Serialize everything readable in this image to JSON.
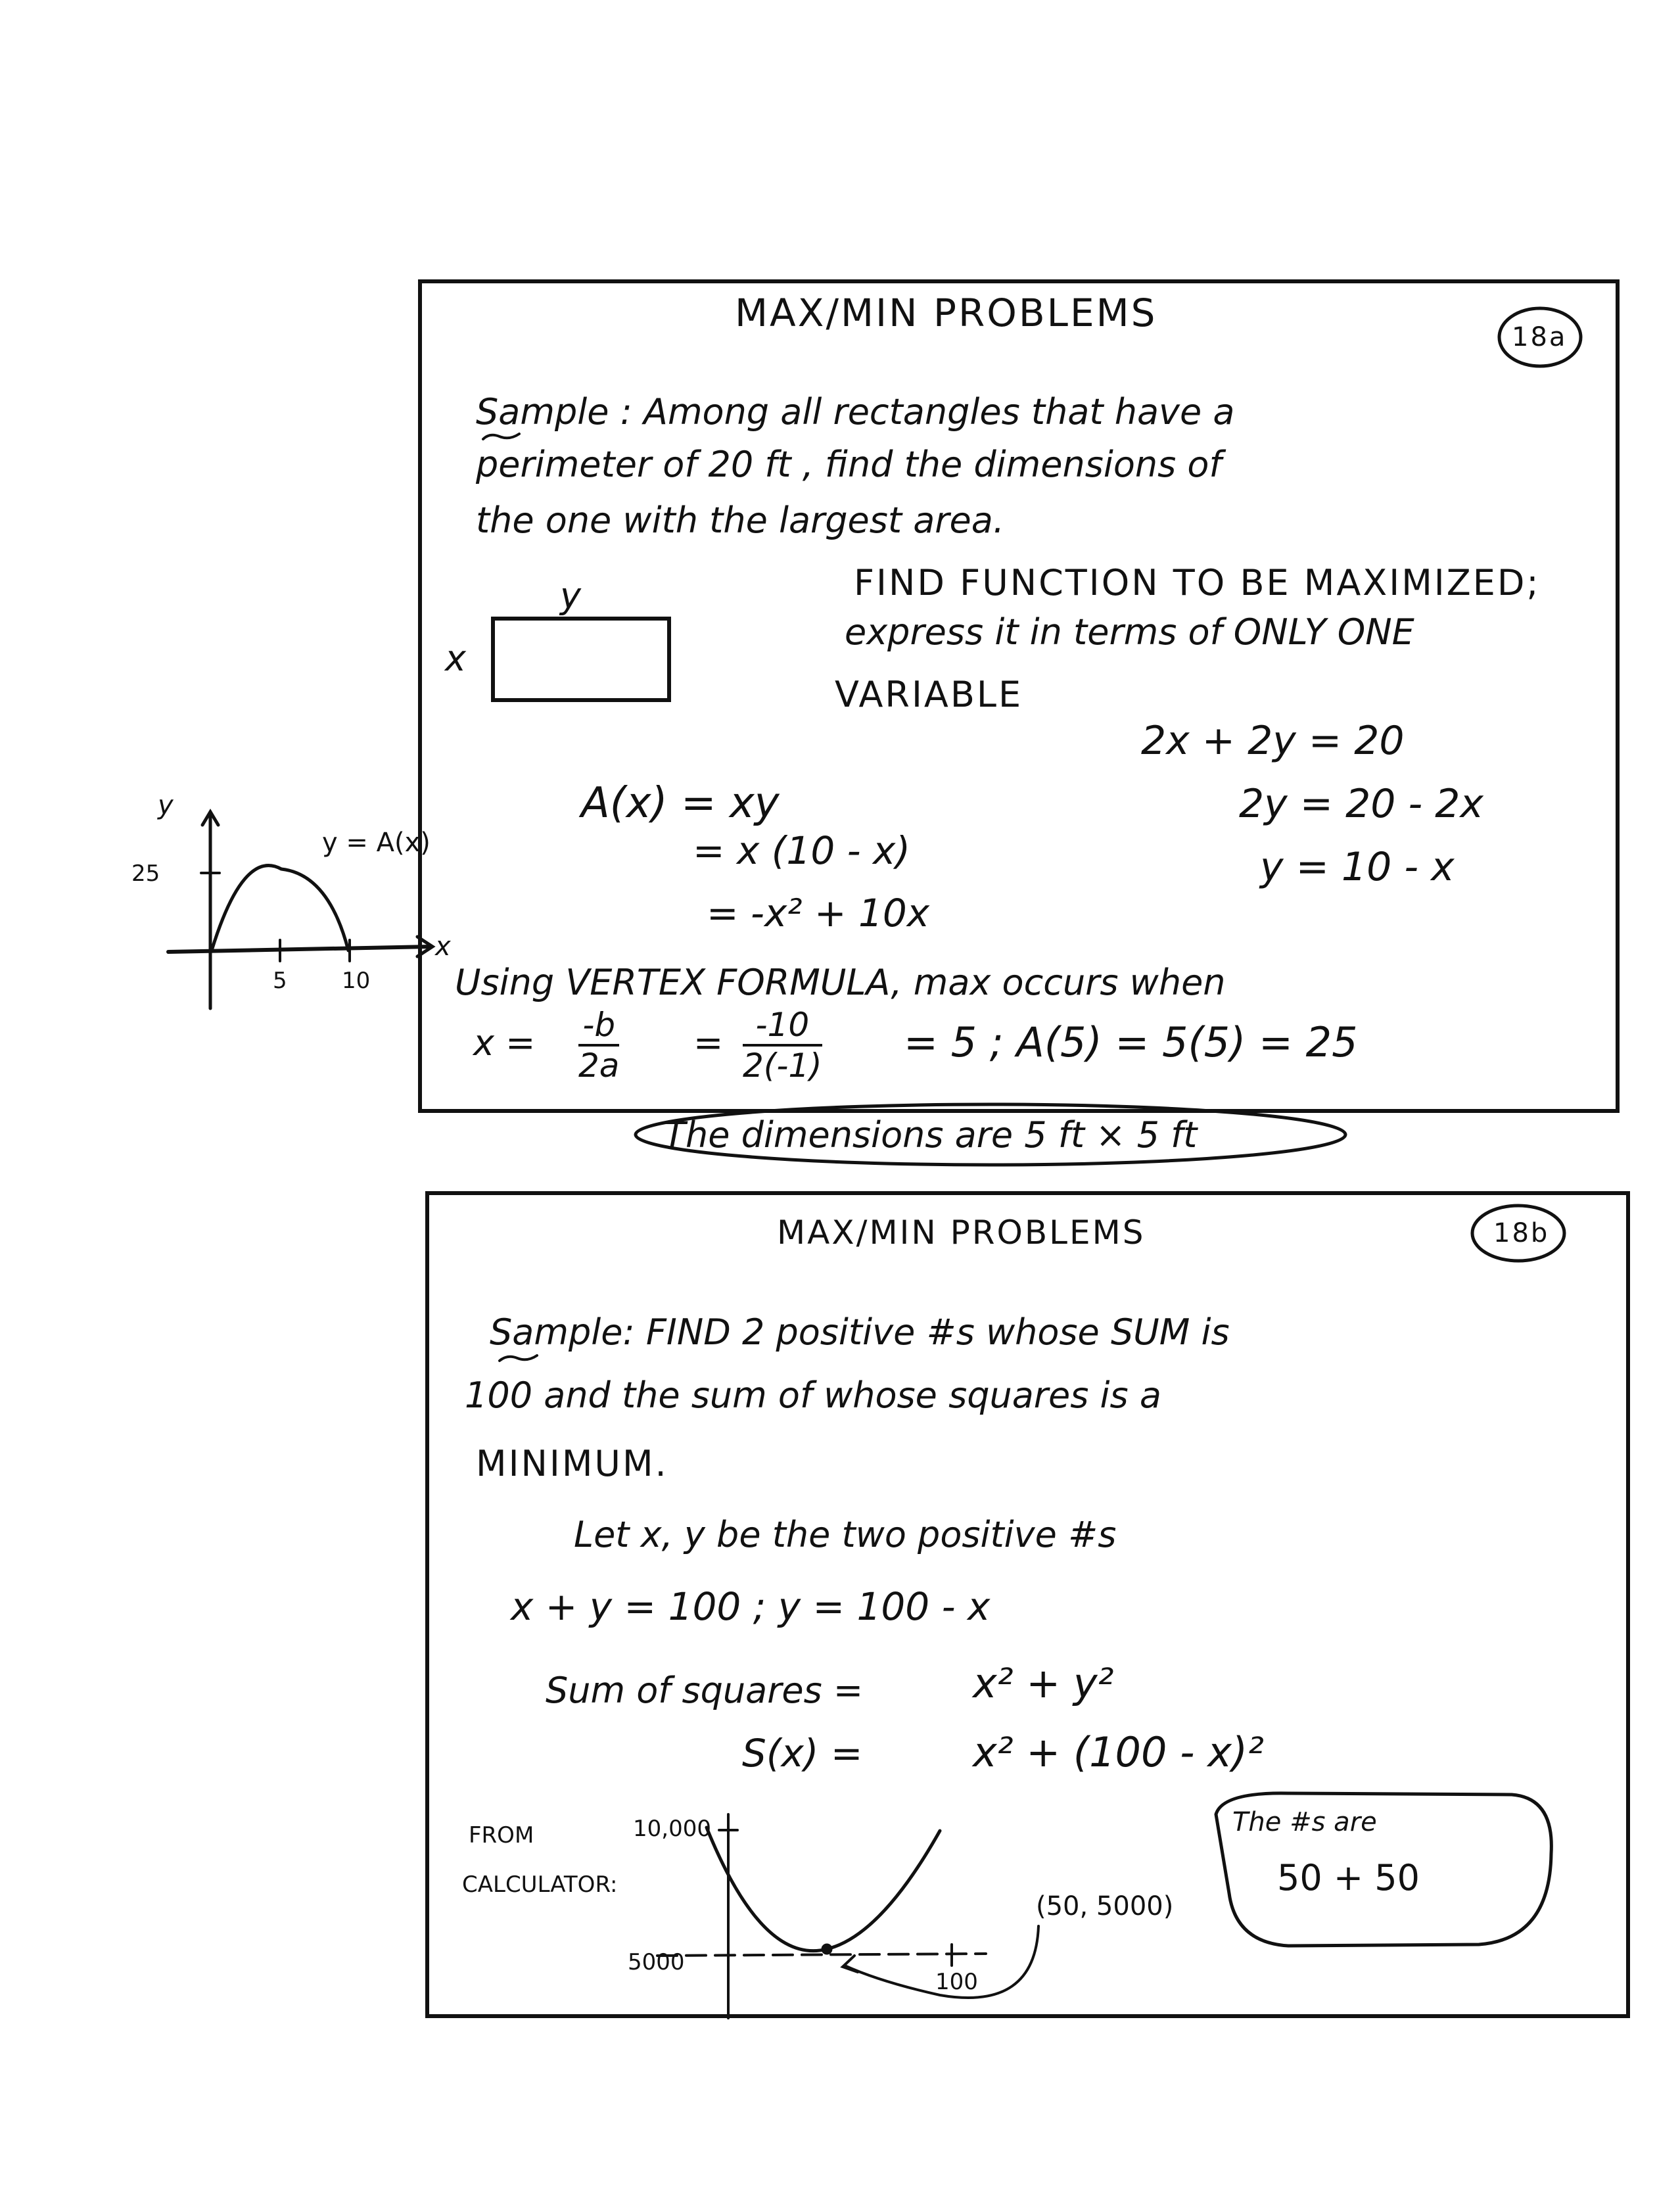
{
  "card_a": {
    "title": "MAX/MIN PROBLEMS",
    "badge": "18a",
    "problem_lines": [
      "Sample :  Among all rectangles that have a",
      "perimeter of 20 ft , find the dimensions of",
      "the one with the largest area."
    ],
    "rect_label_top": "y",
    "rect_label_side": "x",
    "instruction_lines": [
      "FIND FUNCTION TO BE MAXIMIZED;",
      "express it in terms of ONLY ONE",
      "VARIABLE"
    ],
    "constraint_lines": [
      "2x + 2y = 20",
      "2y = 20 - 2x",
      "y = 10 - x"
    ],
    "area_lines": [
      "A(x) =  xy",
      "=  x (10 - x)",
      "=  -x² + 10x"
    ],
    "vertex_intro": "Using VERTEX FORMULA,  max occurs when",
    "vertex_x_label": "x =",
    "vertex_frac1_num": "-b",
    "vertex_frac1_den": "2a",
    "vertex_eq": "=",
    "vertex_frac2_num": "-10",
    "vertex_frac2_den": "2(-1)",
    "vertex_result": "=  5  ;   A(5)  =  5(5) = 25",
    "answer": "The dimensions are   5 ft  ×  5 ft",
    "graph": {
      "y_axis_label": "y",
      "x_axis_label": "x",
      "curve_label": "y = A(x)",
      "y_tick": "25",
      "x_ticks": [
        "5",
        "10"
      ]
    }
  },
  "card_b": {
    "title": "MAX/MIN PROBLEMS",
    "badge": "18b",
    "problem_lines": [
      "Sample:   FIND 2 positive #s whose SUM is",
      "100   and the sum of whose squares is a",
      "MINIMUM."
    ],
    "let_line": "Let   x, y  be the two positive #s",
    "sum_line": "x + y = 100   ;     y = 100 - x",
    "squares_label": "Sum of squares  =",
    "squares_expr": "x² + y²",
    "s_label": "S(x)  =",
    "s_expr": "x² + (100 - x)²",
    "calc_lines": [
      "FROM",
      "CALCULATOR:"
    ],
    "graph": {
      "y_tick_top": "10,000",
      "y_tick_bottom": "5000",
      "x_tick": "100",
      "min_point": "(50, 5000)"
    },
    "answer_lines": [
      "The #s are",
      "50  +  50"
    ]
  }
}
